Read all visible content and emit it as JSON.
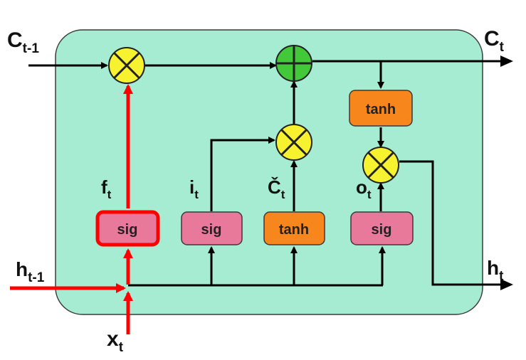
{
  "colors": {
    "cell_fill": "#a6ecd2",
    "sig_fill": "#e9799a",
    "tanh_fill": "#f7861c",
    "multiply_fill": "#f6f22f",
    "add_fill": "#43c83a",
    "highlight": "#ff0000",
    "line": "#000000"
  },
  "labels": {
    "c_prev": {
      "main": "C",
      "sub": "t-1"
    },
    "c_t": {
      "main": "C",
      "sub": "t"
    },
    "h_prev": {
      "main": "h",
      "sub": "t-1"
    },
    "h_t": {
      "main": "h",
      "sub": "t"
    },
    "x_t": {
      "main": "x",
      "sub": "t"
    },
    "f_t": {
      "main": "f",
      "sub": "t"
    },
    "i_t": {
      "main": "i",
      "sub": "t"
    },
    "c_tilde": {
      "main": "Č",
      "sub": "t"
    },
    "o_t": {
      "main": "o",
      "sub": "t"
    }
  },
  "gates": {
    "forget": "sig",
    "input": "sig",
    "candidate": "tanh",
    "output": "sig",
    "cell_tanh": "tanh"
  },
  "operators": {
    "multiply_icon": "circle-times-icon",
    "add_icon": "circle-plus-icon"
  }
}
